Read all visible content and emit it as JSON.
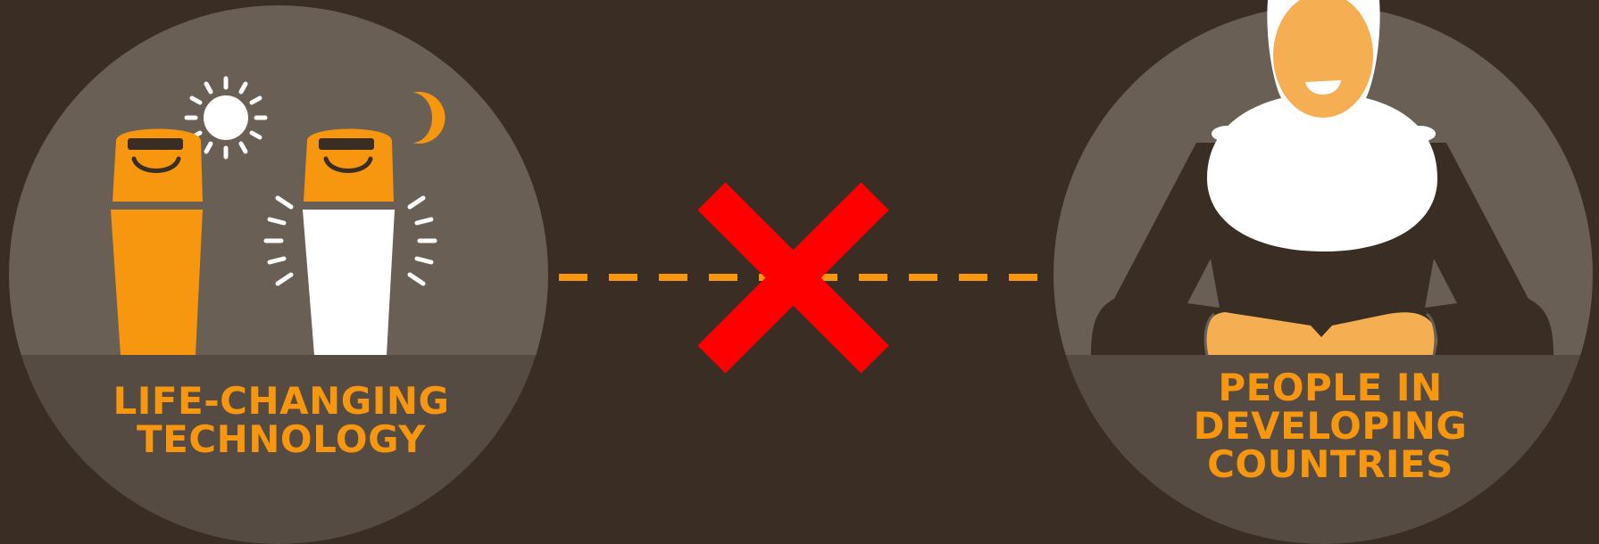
{
  "diagram": {
    "left": {
      "caption_lines": [
        "LIFE-CHANGING",
        "TECHNOLOGY"
      ],
      "icons": [
        "solar-lamp-day-icon",
        "sun-icon",
        "solar-lamp-night-icon",
        "moon-icon"
      ]
    },
    "connector": {
      "style": "dashed",
      "status_icon": "red-x-icon"
    },
    "right": {
      "caption_lines": [
        "PEOPLE IN",
        "DEVELOPING",
        "COUNTRIES"
      ],
      "icons": [
        "woman-in-hijab-icon"
      ]
    }
  },
  "colors": {
    "background": "#3a2d24",
    "circle_top": "#6a5f55",
    "circle_bottom": "#564b42",
    "accent_orange": "#f7960f",
    "cross_red": "#ff0000",
    "white": "#ffffff",
    "skin": "#f5ae52"
  }
}
